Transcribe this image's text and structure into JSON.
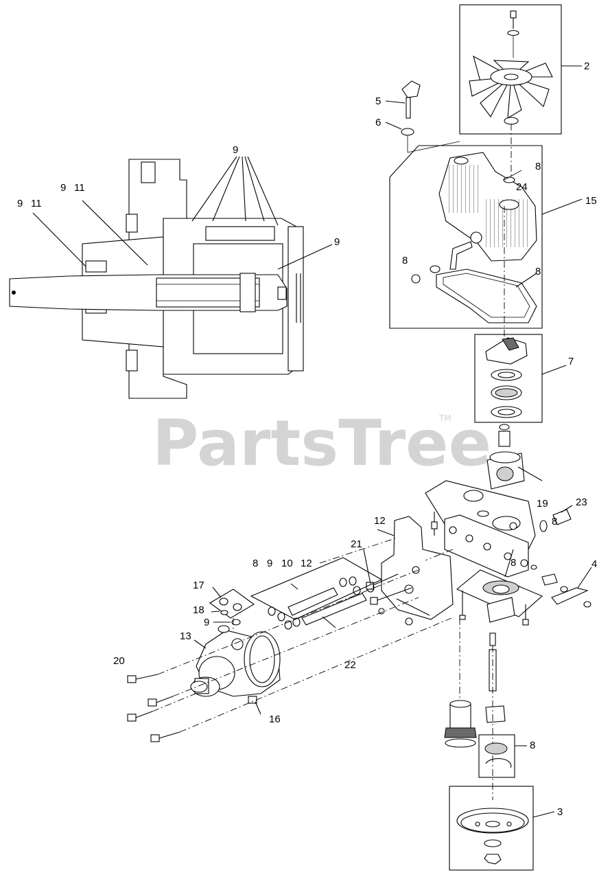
{
  "watermark": {
    "text": "PartsTree",
    "trademark": "TM"
  },
  "callouts": {
    "c2": "2",
    "c3": "3",
    "c4": "4",
    "c5": "5",
    "c6": "6",
    "c7": "7",
    "c8a": "8",
    "c8b": "8",
    "c8c": "8",
    "c8d": "8",
    "c8e": "8",
    "c8f": "8",
    "c8g": "8",
    "c9a": "9",
    "c9b": "9",
    "c9c": "9",
    "c9d": "9",
    "c9e": "9",
    "c9f": "9",
    "c10": "10",
    "c11a": "11",
    "c11b": "11",
    "c12a": "12",
    "c12b": "12",
    "c13": "13",
    "c15": "15",
    "c16": "16",
    "c17": "17",
    "c18": "18",
    "c19": "19",
    "c20": "20",
    "c21": "21",
    "c22": "22",
    "c23": "23",
    "c24": "24"
  }
}
